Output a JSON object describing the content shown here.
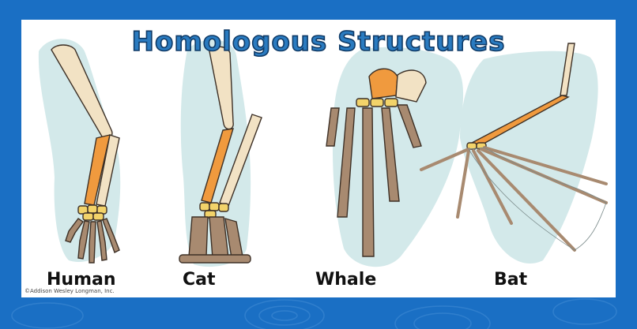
{
  "title": "Homologous Structures",
  "labels": {
    "human": "Human",
    "cat": "Cat",
    "whale": "Whale",
    "bat": "Bat"
  },
  "credit": "©Addison Wesley Longman, Inc.",
  "colors": {
    "background": "#1a6fc4",
    "shadow": "#d3e9ea",
    "upper_bone": "#f2e2c4",
    "radius": "#f09a3e",
    "ulna": "#f2e2c4",
    "carpals": "#f2d36a",
    "digits": "#a88a70",
    "outline": "#3d3026"
  }
}
